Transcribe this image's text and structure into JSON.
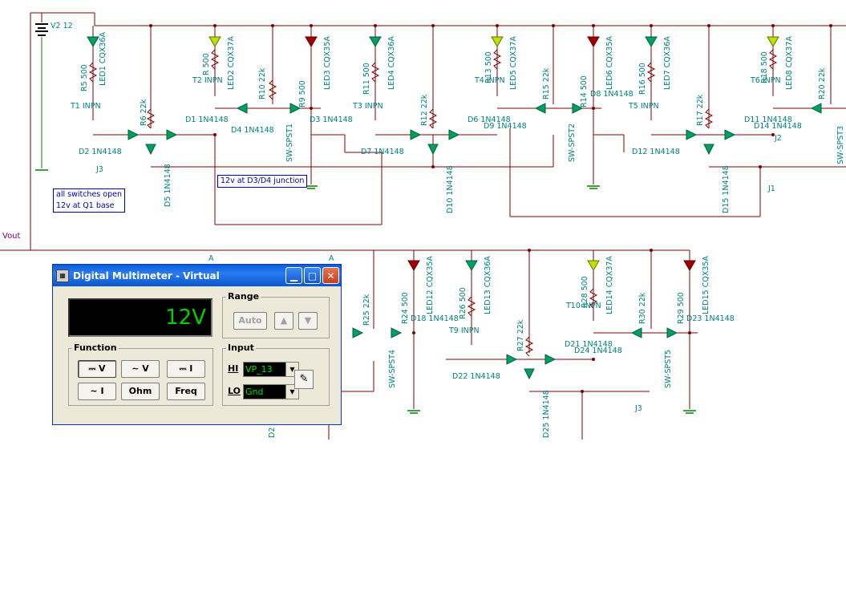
{
  "schematic": {
    "source_label": "V2 12",
    "vout_label": "Vout",
    "labels_top": [
      "LED1 CQX36A",
      "R5 500",
      "T1 INPN",
      "D2 1N4148",
      "J3",
      "R6 22k",
      "D5 1N4148",
      "LED2 CQX37A",
      "R 500",
      "T2 INPN",
      "D1 1N4148",
      "D4 1N4148",
      "R10 22k",
      "R9 500",
      "D3 1N4148",
      "SW-SPST1",
      "LED3 CQX35A",
      "LED4 CQX36A",
      "R11 500",
      "T3 INPN",
      "D7 1N4148",
      "R12 22k",
      "D10 1N4148",
      "LED5 CQX37A",
      "R13 500",
      "T4 INPN",
      "D6 1N4148",
      "D9 1N4148",
      "R15 22k",
      "R14 500",
      "D8 1N4148",
      "SW-SPST2",
      "LED6 CQX35A",
      "LED7 CQX36A",
      "R16 500",
      "T5 INPN",
      "D12 1N4148",
      "R17 22k",
      "D15 1N4148",
      "LED8 CQX37A",
      "R18 500",
      "T6 INPN",
      "D11 1N4148",
      "D14 1N4148",
      "R20 22k",
      "J2",
      "J1",
      "SW-SPST3"
    ],
    "labels_bottom": [
      "R25 22k",
      "R24 500",
      "D18 1N4148",
      "SW-SPST4",
      "LED12 CQX35A",
      "LED13 CQX36A",
      "R26 500",
      "T9 INPN",
      "D22 1N4148",
      "R27 22k",
      "D25 1N4148",
      "LED14 CQX37A",
      "R28 500",
      "T10 INPN",
      "D21 1N4148",
      "D24 1N4148",
      "R30 22k",
      "R29 500",
      "D23 1N4148",
      "SW-SPST5",
      "LED15 CQX35A",
      "J3",
      "D2",
      "A",
      "A"
    ],
    "notes": [
      {
        "lines": [
          "all switches open",
          "12v at Q1 base"
        ]
      },
      {
        "lines": [
          "12v at D3/D4 junction"
        ]
      }
    ]
  },
  "dmm": {
    "title": "Digital Multimeter - Virtual",
    "display_value": "12V",
    "range": {
      "label": "Range",
      "auto": "Auto",
      "up": "▲",
      "down": "▼"
    },
    "function": {
      "label": "Function",
      "dcv": "⎓ V",
      "acv": "∼ V",
      "dci": "⎓ I",
      "aci": "∼ I",
      "ohm": "Ohm",
      "freq": "Freq"
    },
    "input": {
      "label": "Input",
      "hi_label": "HI",
      "hi_value": "VP_13",
      "lo_label": "LO",
      "lo_value": "Gnd"
    },
    "colors": {
      "title_bar": "#0a5ddb",
      "display_bg": "#000000",
      "display_text": "#00d000"
    }
  }
}
